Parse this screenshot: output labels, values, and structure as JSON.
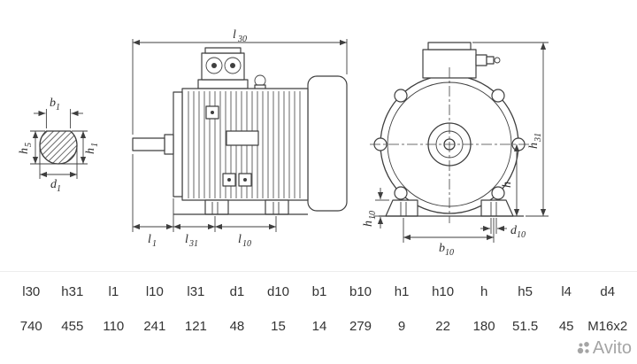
{
  "drawing": {
    "line_color": "#3f3f3f",
    "dims": {
      "b1": {
        "main": "b",
        "sub": "1"
      },
      "h5": {
        "main": "h",
        "sub": "5"
      },
      "h1": {
        "main": "h",
        "sub": "1"
      },
      "d1": {
        "main": "d",
        "sub": "1"
      },
      "l30": {
        "main": "l",
        "sub": "30"
      },
      "l1": {
        "main": "l",
        "sub": "1"
      },
      "l31": {
        "main": "l",
        "sub": "31"
      },
      "l10": {
        "main": "l",
        "sub": "10"
      },
      "h31": {
        "main": "h",
        "sub": "31"
      },
      "h": {
        "main": "h",
        "sub": ""
      },
      "h10": {
        "main": "h",
        "sub": "10"
      },
      "b10": {
        "main": "b",
        "sub": "10"
      },
      "d10": {
        "main": "d",
        "sub": "10"
      }
    }
  },
  "table": {
    "headers": [
      "l30",
      "h31",
      "l1",
      "l10",
      "l31",
      "d1",
      "d10",
      "b1",
      "b10",
      "h1",
      "h10",
      "h",
      "h5",
      "l4",
      "d4"
    ],
    "values": [
      "740",
      "455",
      "110",
      "241",
      "121",
      "48",
      "15",
      "14",
      "279",
      "9",
      "22",
      "180",
      "51.5",
      "45",
      "M16x2"
    ]
  },
  "watermark": {
    "text": "Avito",
    "color": "#a5a5a5"
  }
}
